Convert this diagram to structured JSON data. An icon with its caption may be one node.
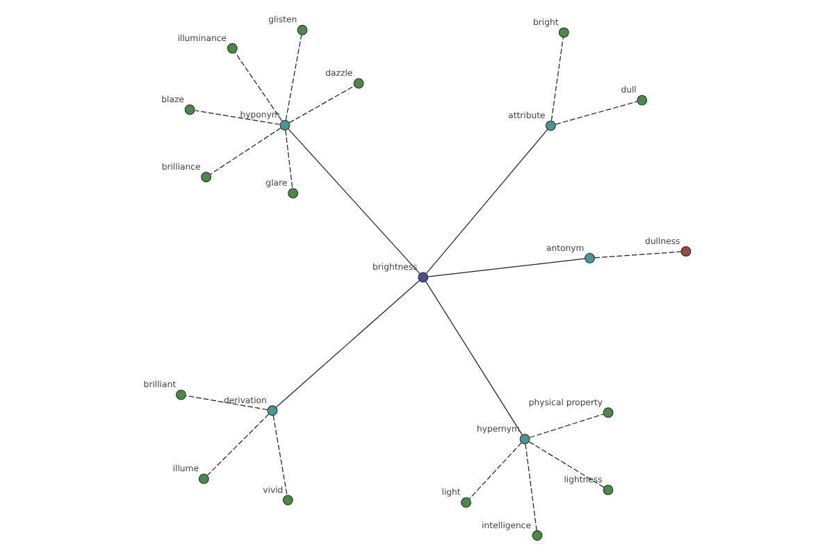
{
  "diagram": {
    "nodes": [
      {
        "text": [
          "brilliant"
        ]
      },
      {
        "text": [
          "dullness"
        ]
      },
      {
        "text": [
          "illume"
        ]
      },
      {
        "text": [
          "derivation"
        ]
      },
      {
        "text": [
          "antonym"
        ]
      },
      {
        "text": [
          "vivid"
        ]
      },
      {
        "text": [
          "light"
        ]
      },
      {
        "text": [
          "lightness"
        ]
      },
      {
        "text": [
          "hypernym"
        ]
      },
      {
        "text": [
          "intelligence"
        ]
      },
      {
        "text": [
          "brightness"
        ]
      },
      {
        "text": [
          "bright"
        ]
      },
      {
        "text": [
          "attribute"
        ]
      },
      {
        "text": [
          "physical property"
        ]
      },
      {
        "text": [
          "dull"
        ]
      },
      {
        "text": [
          "glare"
        ]
      },
      {
        "text": [
          "hyponym"
        ]
      },
      {
        "text": [
          "illuminance"
        ]
      },
      {
        "text": [
          "blaze"
        ]
      },
      {
        "text": [
          "glisten"
        ]
      },
      {
        "text": [
          "dazzle"
        ]
      },
      {
        "text": [
          "brilliance"
        ]
      }
    ],
    "edges": [
      {
        "from": 10,
        "to": 3,
        "arrow": "none"
      },
      {
        "from": 10,
        "to": 4,
        "arrow": "none"
      },
      {
        "from": 10,
        "to": 8,
        "arrow": "none"
      },
      {
        "from": 10,
        "to": 12,
        "arrow": "none"
      },
      {
        "from": 10,
        "to": 16,
        "arrow": "none"
      },
      {
        "from": 3,
        "to": 0,
        "arrow": "none",
        "style": "dashed"
      },
      {
        "from": 3,
        "to": 2,
        "arrow": "none",
        "style": "dashed"
      },
      {
        "from": 3,
        "to": 5,
        "arrow": "none",
        "style": "dashed"
      },
      {
        "from": 4,
        "to": 1,
        "arrow": "none",
        "style": "dashed"
      },
      {
        "from": 8,
        "to": 6,
        "arrow": "none",
        "style": "dashed"
      },
      {
        "from": 8,
        "to": 7,
        "arrow": "none",
        "style": "dashed"
      },
      {
        "from": 8,
        "to": 9,
        "arrow": "none",
        "style": "dashed"
      },
      {
        "from": 8,
        "to": 13,
        "arrow": "none",
        "style": "dashed"
      },
      {
        "from": 12,
        "to": 11,
        "arrow": "none",
        "style": "dashed"
      },
      {
        "from": 12,
        "to": 14,
        "arrow": "none",
        "style": "dashed"
      },
      {
        "from": 16,
        "to": 15,
        "arrow": "none",
        "style": "dashed"
      },
      {
        "from": 16,
        "to": 17,
        "arrow": "none",
        "style": "dashed"
      },
      {
        "from": 16,
        "to": 19,
        "arrow": "none",
        "style": "dashed"
      },
      {
        "from": 16,
        "to": 21,
        "arrow": "none",
        "style": "dashed"
      },
      {
        "from": 16,
        "to": 20,
        "arrow": "none",
        "style": "dashed"
      },
      {
        "from": 16,
        "to": 18,
        "arrow": "none",
        "style": "dashed"
      }
    ]
  }
}
